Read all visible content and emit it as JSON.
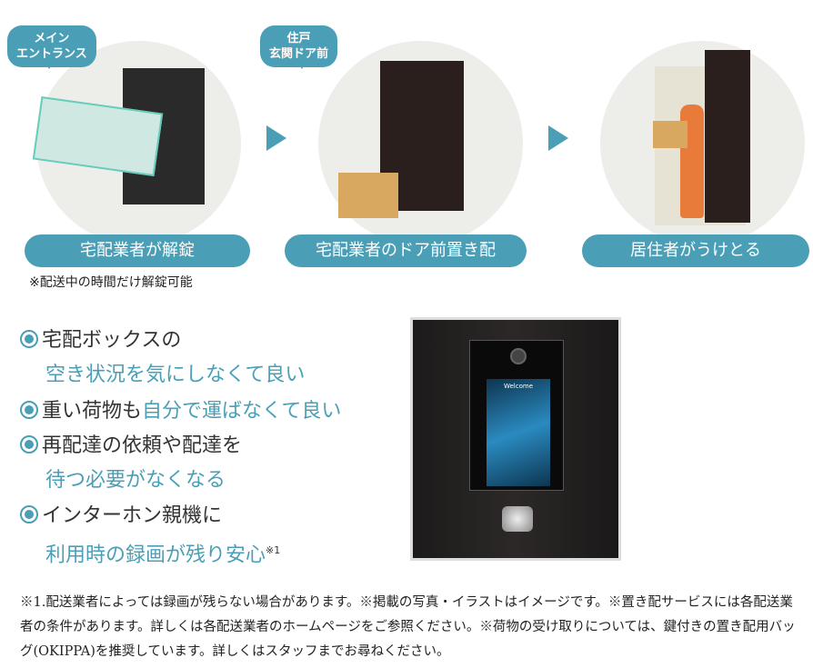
{
  "steps": [
    {
      "bubble": "メイン\nエントランス",
      "label": "宅配業者が解錠"
    },
    {
      "bubble": "住戸\n玄関ドア前",
      "label": "宅配業者のドア前置き配"
    },
    {
      "label": "居住者がうけとる"
    }
  ],
  "step_note": "※配送中の時間だけ解錠可能",
  "benefits": [
    {
      "line1": "宅配ボックスの",
      "line2": "空き状況を気にしなくて良い"
    },
    {
      "line1": "重い荷物も",
      "line1b": "自分で運ばなくて良い"
    },
    {
      "line1": "再配達の依頼や配達を",
      "line2": "待つ必要がなくなる"
    },
    {
      "line1": "インターホン親機に",
      "line2": "利用時の録画が残り安心",
      "sup": "※1"
    }
  ],
  "intercom_screen": "Welcome",
  "footnote": "※1.配送業者によっては録画が残らない場合があります。※掲載の写真・イラストはイメージです。※置き配サービスには各配送業者の条件があります。詳しくは各配送業者のホームページをご参照ください。※荷物の受け取りについては、鍵付きの置き配用バッグ(OKIPPA)を推奨しています。詳しくはスタッフまでお尋ねください。",
  "colors": {
    "accent": "#4a9fb7"
  }
}
